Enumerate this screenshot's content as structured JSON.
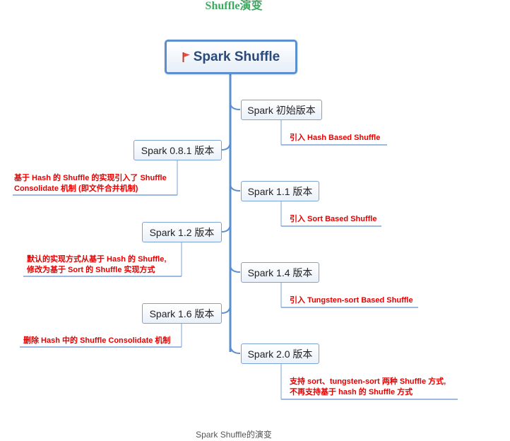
{
  "title": "Shuffle演变",
  "root": {
    "label": "Spark Shuffle",
    "icon": "red-flag-icon"
  },
  "right_branches": [
    {
      "label": "Spark 初始版本",
      "notes": [
        "引入 Hash Based Shuffle"
      ]
    },
    {
      "label": "Spark 1.1 版本",
      "notes": [
        "引入 Sort Based Shuffle"
      ]
    },
    {
      "label": "Spark 1.4 版本",
      "notes": [
        "引入 Tungsten-sort Based Shuffle"
      ]
    },
    {
      "label": "Spark 2.0 版本",
      "notes": [
        "支持 sort、tungsten-sort 两种 Shuffle 方式,",
        "不再支持基于 hash 的  Shuffle 方式"
      ]
    }
  ],
  "left_branches": [
    {
      "label": "Spark 0.8.1 版本",
      "notes": [
        "基于 Hash 的 Shuffle 的实现引入了 Shuffle",
        "Consolidate 机制 (即文件合并机制)"
      ]
    },
    {
      "label": "Spark 1.2 版本",
      "notes": [
        "默认的实现方式从基于 Hash 的 Shuffle,",
        "修改为基于 Sort 的 Shuffle 实现方式"
      ]
    },
    {
      "label": "Spark 1.6 版本",
      "notes": [
        "删除 Hash 中的 Shuffle Consolidate 机制"
      ]
    }
  ],
  "caption": "Spark Shuffle的演变",
  "colors": {
    "title": "#3fa860",
    "connector": "#5b8fd0",
    "note_text": "#e60000",
    "root_border": "#5b8fd0",
    "node_border": "#7ba3d6"
  }
}
